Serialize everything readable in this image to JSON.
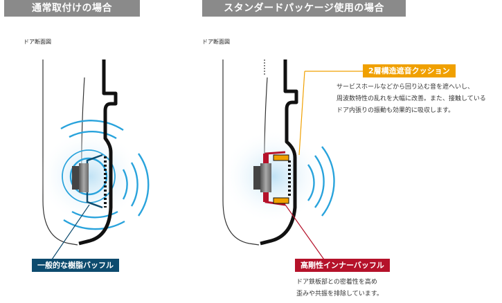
{
  "left_panel": {
    "header": "通常取付けの場合",
    "caption": "ドア断面図",
    "label": "一般的な樹脂バッフル"
  },
  "right_panel": {
    "header": "スタンダードパッケージ使用の場合",
    "caption": "ドア断面図",
    "cushion": {
      "label": "2層構造遮音クッション",
      "description": [
        "サービスホールなどから回り込む音を遮へいし、",
        "周波数特性の乱れを大幅に改善。また、接触している",
        "ドア内張りの振動も効果的に吸収します。"
      ]
    },
    "baffle": {
      "label": "高剛性インナーバッフル",
      "description": [
        "ドア鉄板部との密着性を高め",
        "歪みや共振を排除しています。"
      ]
    }
  },
  "colors": {
    "header_bg": "#8a8a8a",
    "resin_label_bg": "#0d4b6e",
    "cushion_label_bg": "#f0a000",
    "baffle_label_bg": "#b5122a",
    "wave_blue": "#29a3dc"
  }
}
